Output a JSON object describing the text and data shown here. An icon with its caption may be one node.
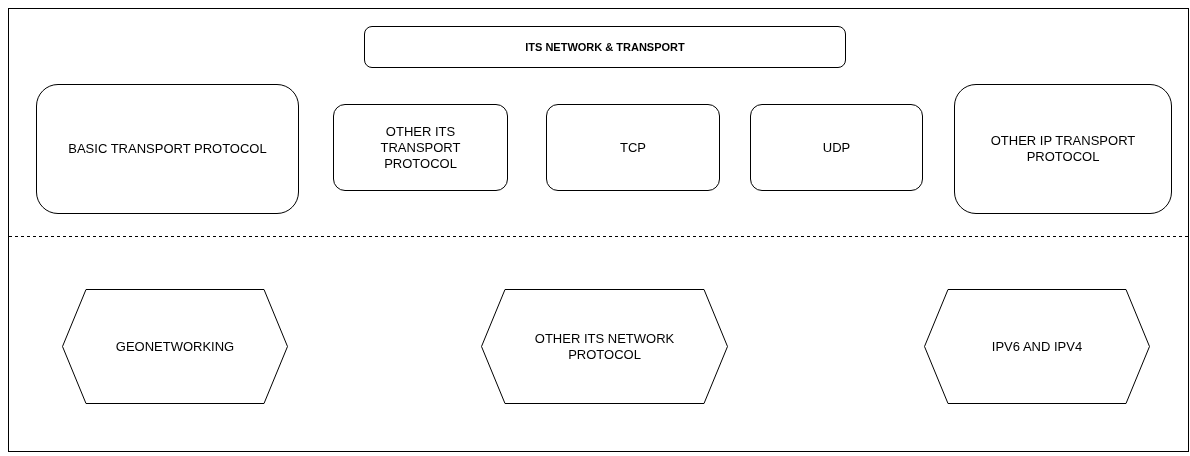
{
  "diagram": {
    "nodes": [
      {
        "text": [
          "ITS NETWORK & TRANSPORT"
        ]
      },
      {
        "text": [
          "BASIC TRANSPORT PROTOCOL"
        ]
      },
      {
        "text": [
          "OTHER ITS TRANSPORT PROTOCOL"
        ]
      },
      {
        "text": [
          "TCP"
        ]
      },
      {
        "text": [
          "UDP"
        ]
      },
      {
        "text": [
          "OTHER IP TRANSPORT PROTOCOL"
        ]
      },
      {
        "text": [
          "GEONETWORKING"
        ]
      },
      {
        "text": [
          "OTHER ITS NETWORK PROTOCOL"
        ]
      },
      {
        "text": [
          "IPV6 AND IPV4"
        ]
      }
    ]
  }
}
